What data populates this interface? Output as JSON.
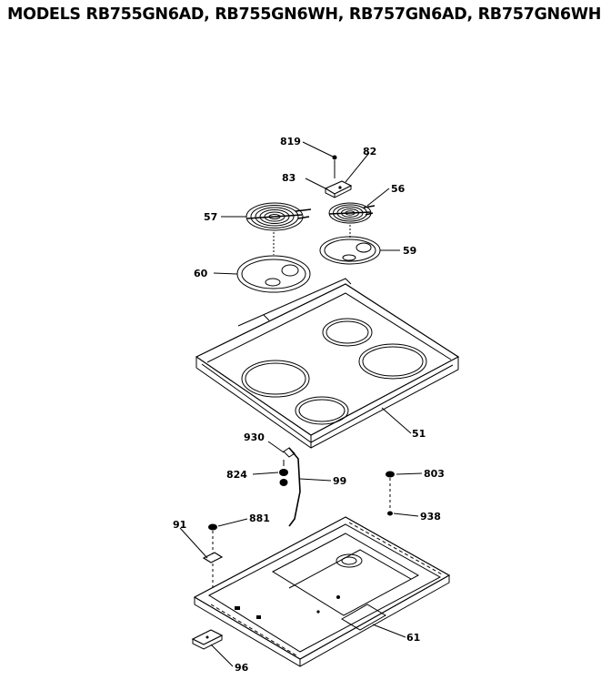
{
  "title": "MODELS RB755GN6AD, RB755GN6WH, RB757GN6AD, RB757GN6WH",
  "parts": {
    "p819": "819",
    "p82": "82",
    "p83": "83",
    "p56": "56",
    "p57": "57",
    "p59": "59",
    "p60": "60",
    "p51": "51",
    "p930": "930",
    "p824": "824",
    "p99": "99",
    "p803": "803",
    "p938": "938",
    "p91": "91",
    "p881": "881",
    "p61": "61",
    "p96": "96"
  }
}
